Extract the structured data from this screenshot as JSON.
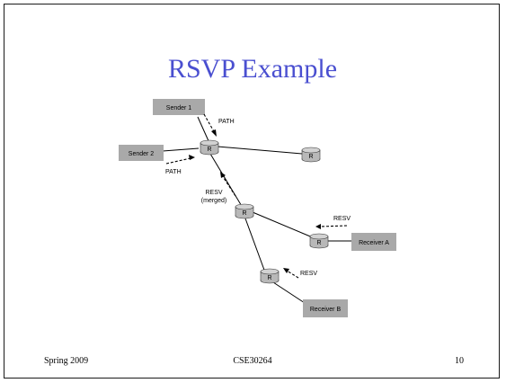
{
  "slide": {
    "title": "RSVP Example",
    "footer_left": "Spring 2009",
    "footer_center": "CSE30264",
    "footer_right": "10"
  },
  "diagram": {
    "hosts": {
      "sender1": "Sender 1",
      "sender2": "Sender 2",
      "receiverA": "Receiver A",
      "receiverB": "Receiver B"
    },
    "router_label": "R",
    "messages": {
      "path1": "PATH",
      "path2": "PATH",
      "resv_merged_line1": "RESV",
      "resv_merged_line2": "(merged)",
      "resv_a": "RESV",
      "resv_b": "RESV"
    },
    "colors": {
      "title": "#4a4fd0",
      "host_fill": "#a9a9a9",
      "router_fill": "#b8b8b8"
    }
  }
}
